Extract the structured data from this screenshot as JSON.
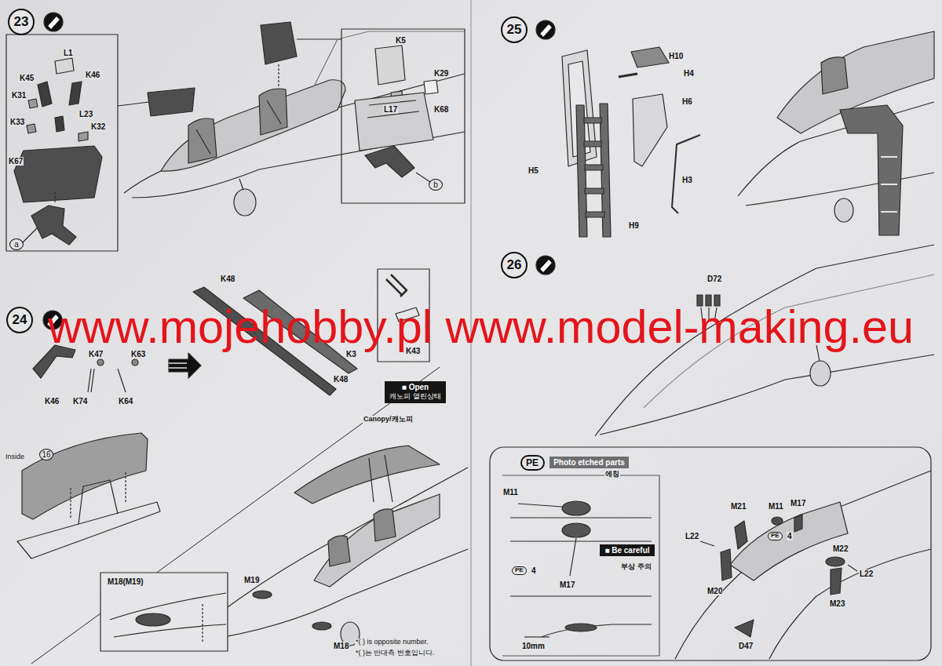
{
  "diagram": {
    "nodes": [
      {
        "text": [
          "23"
        ]
      },
      {
        "text": [
          "24"
        ]
      },
      {
        "text": [
          "25"
        ]
      },
      {
        "text": [
          "26"
        ]
      },
      {
        "text": [
          "■ Open",
          "캐노피 열린상태"
        ]
      },
      {
        "text": [
          "PE"
        ]
      },
      {
        "text": [
          "Photo etched parts"
        ]
      },
      {
        "text": [
          "■ Be careful"
        ]
      }
    ],
    "labels": [
      "L1",
      "K45",
      "K46",
      "K31",
      "L23",
      "K33",
      "K32",
      "K67",
      "a",
      "K5",
      "K29",
      "L17",
      "K68",
      "b",
      "K48",
      "K47",
      "K63",
      "K43",
      "K3",
      "K48",
      "K46",
      "K74",
      "K64",
      "Inside",
      "16",
      "Canopy/캐노피",
      "M19",
      "M18",
      "M18(M19)",
      "*( ) is opposite number.",
      "*( )는 반대측 번호입니다.",
      "H10",
      "H4",
      "H6",
      "H5",
      "H3",
      "H9",
      "D72",
      "M11",
      "PE",
      "4",
      "M17",
      "10mm",
      "M21",
      "M11",
      "M17",
      "L22",
      "PE",
      "4",
      "M20",
      "M22",
      "L22",
      "M23",
      "D47",
      "에칭",
      "부상 주의",
      "www.mojehobby.pl www.model-making.eu"
    ]
  }
}
